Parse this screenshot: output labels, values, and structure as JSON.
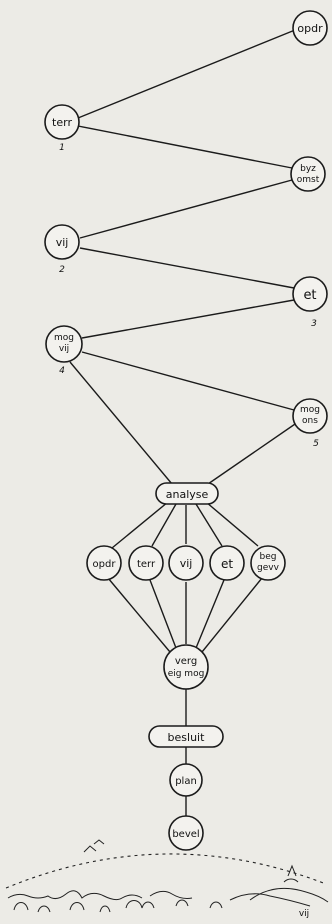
{
  "nodes": {
    "opdr_top": "opdr",
    "terr_top": "terr",
    "byz_l1": "byz",
    "byz_l2": "omst",
    "vij_top": "vij",
    "et_top": "et",
    "mogvij_l1": "mog",
    "mogvij_l2": "vij",
    "mogons_l1": "mog",
    "mogons_l2": "ons",
    "analyse": "analyse",
    "opdr_mid": "opdr",
    "terr_mid": "terr",
    "vij_mid": "vij",
    "et_mid": "et",
    "beg_l1": "beg",
    "beg_l2": "gevv",
    "verg_l1": "verg",
    "verg_l2": "eig mog",
    "besluit": "besluit",
    "plan": "plan",
    "bevel": "bevel",
    "vij_ground": "vij"
  },
  "step_numbers": {
    "n1": "1",
    "n2": "2",
    "n3": "3",
    "n4": "4",
    "n5": "5"
  }
}
